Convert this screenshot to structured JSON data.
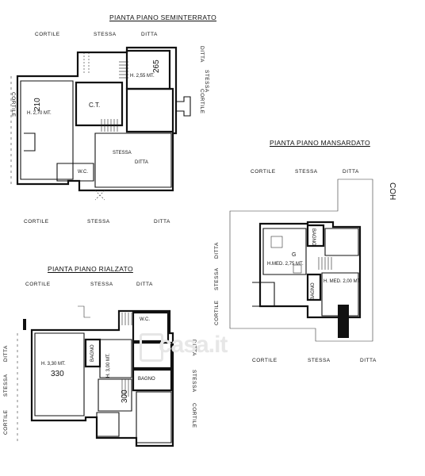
{
  "watermark": "casa.it",
  "basement": {
    "title": "PIANTA PIANO SEMINTERRATO",
    "labels": {
      "cortile_top": "CORTILE",
      "stessa_top": "STESSA",
      "ditta_top": "DITTA",
      "cortile_left": "CORTILE",
      "cortile_bottom": "CORTILE",
      "stessa_bottom": "STESSA",
      "ditta_bottom": "DITTA",
      "cortile_right": "CORTILE",
      "stessa_right": "STESSA",
      "ditta_right": "DITTA"
    },
    "rooms": {
      "height_left": "H. 2,70 MT.",
      "code_left": "210",
      "height_right": "H. 2,55 MT.",
      "code_right": "265",
      "ct": "C.T.",
      "wc": "W.C.",
      "stessa_inner": "STESSA",
      "ditta_inner": "DITTA"
    }
  },
  "ground": {
    "title": "PIANTA PIANO RIALZATO",
    "labels": {
      "cortile_top": "CORTILE",
      "stessa_top": "STESSA",
      "ditta_top": "DITTA",
      "ditta_left": "DITTA",
      "stessa_left": "STESSA",
      "cortile_left": "CORTILE",
      "ditta_right": "DITTA",
      "stessa_right": "STESSA",
      "cortile_right": "CORTILE"
    },
    "rooms": {
      "height_left": "H. 3,30 MT.",
      "code_left": "330",
      "height_mid": "H. 3,00 MT.",
      "code_mid": "300",
      "bagno": "BAGNO",
      "bagno2": "BAGNO",
      "wc": "W.C."
    }
  },
  "attic": {
    "title": "PIANTA PIANO MANSARDATO",
    "labels": {
      "cortile_top": "CORTILE",
      "stessa_top": "STESSA",
      "ditta_top": "DITTA",
      "ditta_left": "DITTA",
      "stessa_left": "STESSA",
      "cortile_left": "CORTILE",
      "cortile_bottom": "CORTILE",
      "stessa_bottom": "STESSA",
      "ditta_bottom": "DITTA",
      "code_right": "COH"
    },
    "rooms": {
      "height_left": "H.MED. 2,75 MT.",
      "height_right": "H. MED. 2,00 MT.",
      "bagno": "BAGNO",
      "bagno2": "BAGNO",
      "letter_g": "G"
    }
  }
}
